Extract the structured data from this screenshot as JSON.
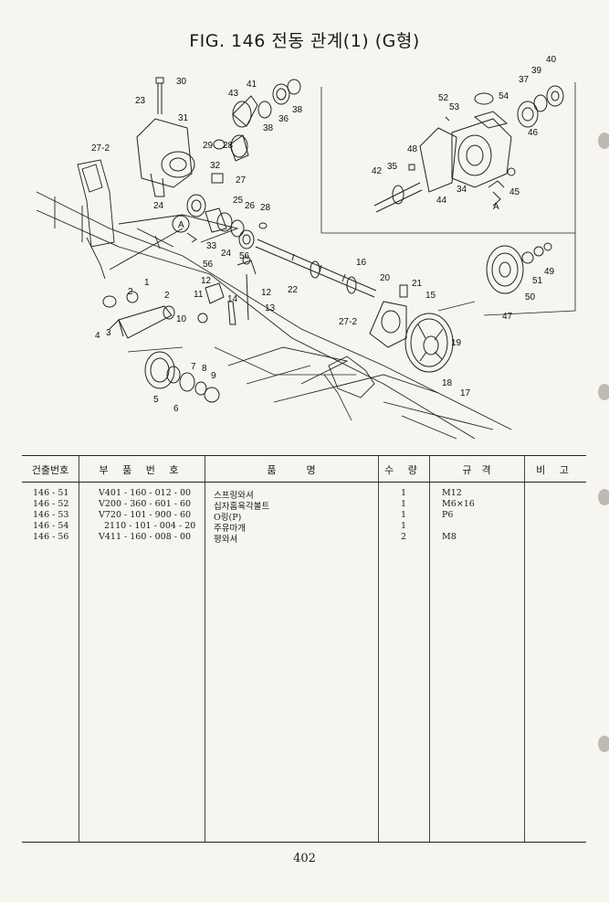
{
  "title": "FIG. 146 전동 관계(1) (G형)",
  "callouts": [
    "30",
    "31",
    "23",
    "43",
    "41",
    "36",
    "38",
    "38",
    "40",
    "39",
    "37",
    "54",
    "52",
    "53",
    "46",
    "27-2",
    "29",
    "28",
    "32",
    "27",
    "42",
    "35",
    "48",
    "34",
    "44",
    "45",
    "24",
    "25",
    "26",
    "28",
    "A",
    "33",
    "24",
    "A",
    "16",
    "22",
    "56",
    "56",
    "12",
    "12",
    "11",
    "14",
    "13",
    "20",
    "21",
    "15",
    "1",
    "2",
    "2",
    "4",
    "3",
    "10",
    "27-2",
    "19",
    "18",
    "17",
    "5",
    "6",
    "7",
    "8",
    "9",
    "51",
    "49",
    "50",
    "47"
  ],
  "table": {
    "headers": [
      "건출번호",
      "부 품 번 호",
      "품　　　명",
      "수 량",
      "규　격",
      "비 고"
    ],
    "rows": [
      {
        "no": "146 - 51",
        "part": "V401 - 160 - 012 - 00",
        "name": "스프링와셔",
        "qty": "1",
        "spec": "M12"
      },
      {
        "no": "146 - 52",
        "part": "V200 - 360 - 601 - 60",
        "name": "십자홈육각볼트",
        "qty": "1",
        "spec": "M6×16"
      },
      {
        "no": "146 - 53",
        "part": "V720 - 101 - 900 - 60",
        "name": "O링(P)",
        "qty": "1",
        "spec": "P6"
      },
      {
        "no": "146 - 54",
        "part": "2110 - 101 - 004 - 20",
        "name": "주유마개",
        "qty": "1",
        "spec": ""
      },
      {
        "no": "146 - 56",
        "part": "V411 - 160 - 008 - 00",
        "name": "평와셔",
        "qty": "2",
        "spec": "M8"
      }
    ]
  },
  "page_number": "402"
}
